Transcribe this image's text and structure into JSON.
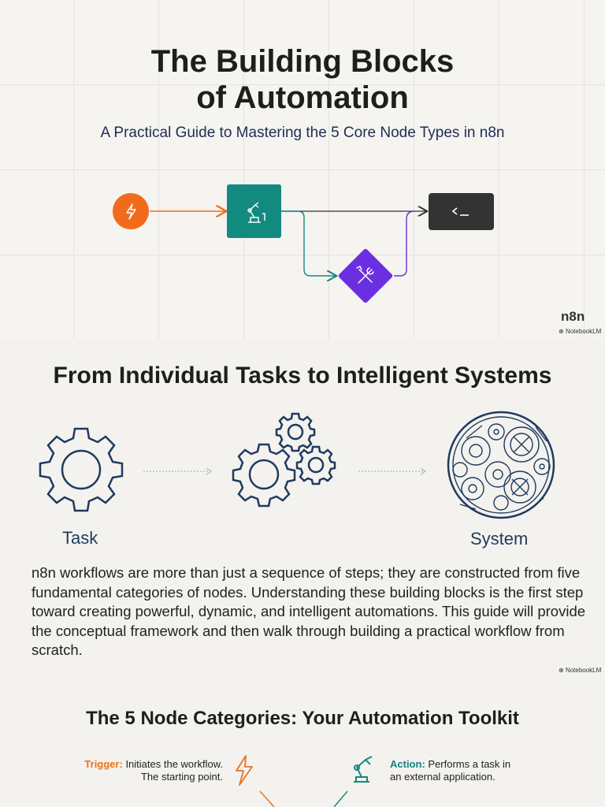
{
  "slide1": {
    "title_line1": "The Building Blocks",
    "title_line2": "of Automation",
    "subtitle": "A Practical Guide to Mastering the 5 Core Node Types in n8n",
    "brand": "n8n",
    "watermark": "NotebookLM",
    "colors": {
      "trigger": "#f26b1d",
      "action": "#138a80",
      "tool": "#6a2fe0",
      "output": "#333333"
    },
    "icons": [
      "lightning-icon",
      "robot-arm-icon",
      "tools-icon",
      "terminal-icon"
    ]
  },
  "slide2": {
    "heading": "From Individual Tasks to Intelligent Systems",
    "label_task": "Task",
    "label_system": "System",
    "paragraph": "n8n workflows are more than just a sequence of steps; they are constructed from five fundamental categories of nodes. Understanding these building blocks is the first step toward creating powerful, dynamic, and intelligent automations. This guide will provide the conceptual framework and then walk through building a practical workflow from scratch.",
    "watermark": "NotebookLM"
  },
  "slide3": {
    "heading": "The 5 Node Categories: Your Automation Toolkit",
    "trigger_name": "Trigger:",
    "trigger_desc": "Initiates the workflow. The starting point.",
    "action_name": "Action:",
    "action_desc": "Performs a task in an external application."
  }
}
